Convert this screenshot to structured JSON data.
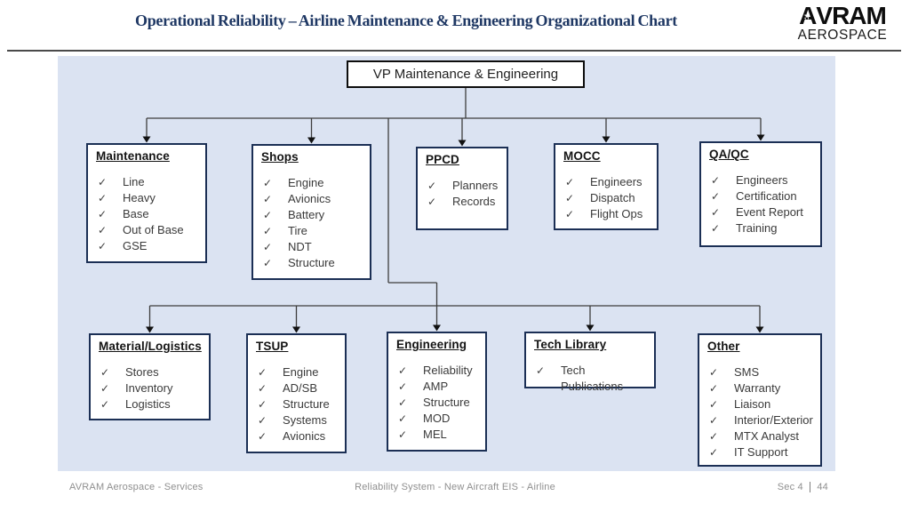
{
  "header": {
    "title": "Operational Reliability – Airline Maintenance & Engineering Organizational Chart",
    "logo": {
      "brand_first_letter": "A",
      "brand_rest": "VRAM",
      "sub": "AEROSPACE",
      "plane_glyph": "✈"
    }
  },
  "chart": {
    "check_glyph": "✓",
    "root": {
      "title": "VP Maintenance & Engineering"
    },
    "rows": [
      [
        {
          "title": "Maintenance",
          "items": [
            "Line",
            "Heavy",
            "Base",
            "Out of Base",
            "GSE"
          ]
        },
        {
          "title": "Shops",
          "items": [
            "Engine",
            "Avionics",
            "Battery",
            "Tire",
            "NDT",
            "Structure"
          ]
        },
        {
          "title": "PPCD",
          "items": [
            "Planners",
            "Records"
          ]
        },
        {
          "title": "MOCC",
          "items": [
            "Engineers",
            "Dispatch",
            "Flight Ops"
          ]
        },
        {
          "title": "QA/QC",
          "items": [
            "Engineers",
            "Certification",
            "Event Report",
            "Training"
          ]
        }
      ],
      [
        {
          "title": "Material/Logistics",
          "items": [
            "Stores",
            "Inventory",
            "Logistics"
          ]
        },
        {
          "title": "TSUP",
          "items": [
            "Engine",
            "AD/SB",
            "Structure",
            "Systems",
            "Avionics"
          ]
        },
        {
          "title": "Engineering",
          "items": [
            "Reliability",
            "AMP",
            "Structure",
            "MOD",
            "MEL"
          ]
        },
        {
          "title": "Tech Library",
          "items": [
            "Tech Publications"
          ]
        },
        {
          "title": "Other",
          "items": [
            "SMS",
            "Warranty",
            "Liaison",
            "Interior/Exterior",
            "MTX Analyst",
            "IT Support"
          ]
        }
      ]
    ]
  },
  "footer": {
    "left": "AVRAM Aerospace - Services",
    "center": "Reliability System - New Aircraft EIS - Airline",
    "section": "Sec 4",
    "page": "44"
  },
  "colors": {
    "title_text": "#1f3864",
    "panel_bg": "#dbe3f2",
    "box_border": "#1b2f55",
    "root_border": "#0d0d0d",
    "connector_line": "#3d3d3d",
    "arrowhead": "#111111",
    "footer_text": "#8f8f8f"
  }
}
